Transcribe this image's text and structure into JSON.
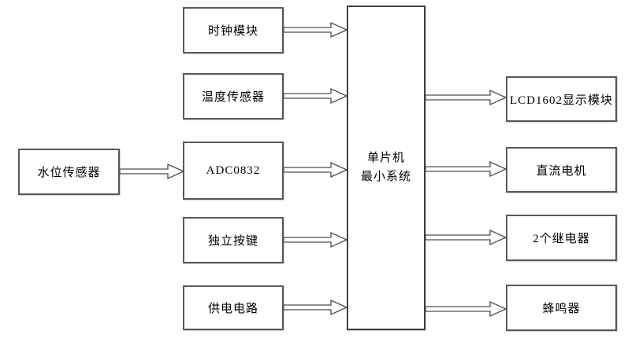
{
  "diagram": {
    "nodes": {
      "water_level_sensor": {
        "label": "水位传感器"
      },
      "clock_module": {
        "label": "时钟模块"
      },
      "temperature_sensor": {
        "label": "温度传感器"
      },
      "adc0832": {
        "label": "ADC0832"
      },
      "independent_keys": {
        "label": "独立按键"
      },
      "power_supply": {
        "label": "供电电路"
      },
      "mcu_minimal_system": {
        "label": "单片机 最小系统",
        "line1": "单片机",
        "line2": "最小系统"
      },
      "lcd1602_display": {
        "label": "LCD1602显示模块"
      },
      "dc_motor": {
        "label": "直流电机"
      },
      "two_relays": {
        "label": "2个继电器"
      },
      "buzzer": {
        "label": "蜂鸣器"
      }
    },
    "edges": [
      {
        "from": "水位传感器",
        "to": "ADC0832"
      },
      {
        "from": "时钟模块",
        "to": "单片机最小系统"
      },
      {
        "from": "温度传感器",
        "to": "单片机最小系统"
      },
      {
        "from": "ADC0832",
        "to": "单片机最小系统"
      },
      {
        "from": "独立按键",
        "to": "单片机最小系统"
      },
      {
        "from": "供电电路",
        "to": "单片机最小系统"
      },
      {
        "from": "单片机最小系统",
        "to": "LCD1602显示模块"
      },
      {
        "from": "单片机最小系统",
        "to": "直流电机"
      },
      {
        "from": "单片机最小系统",
        "to": "2个继电器"
      },
      {
        "from": "单片机最小系统",
        "to": "蜂鸣器"
      }
    ]
  },
  "colors": {
    "background": "#ffffff",
    "box_border": "#595959",
    "arrow_outline": "#4f4f4f",
    "text": "#000000"
  }
}
